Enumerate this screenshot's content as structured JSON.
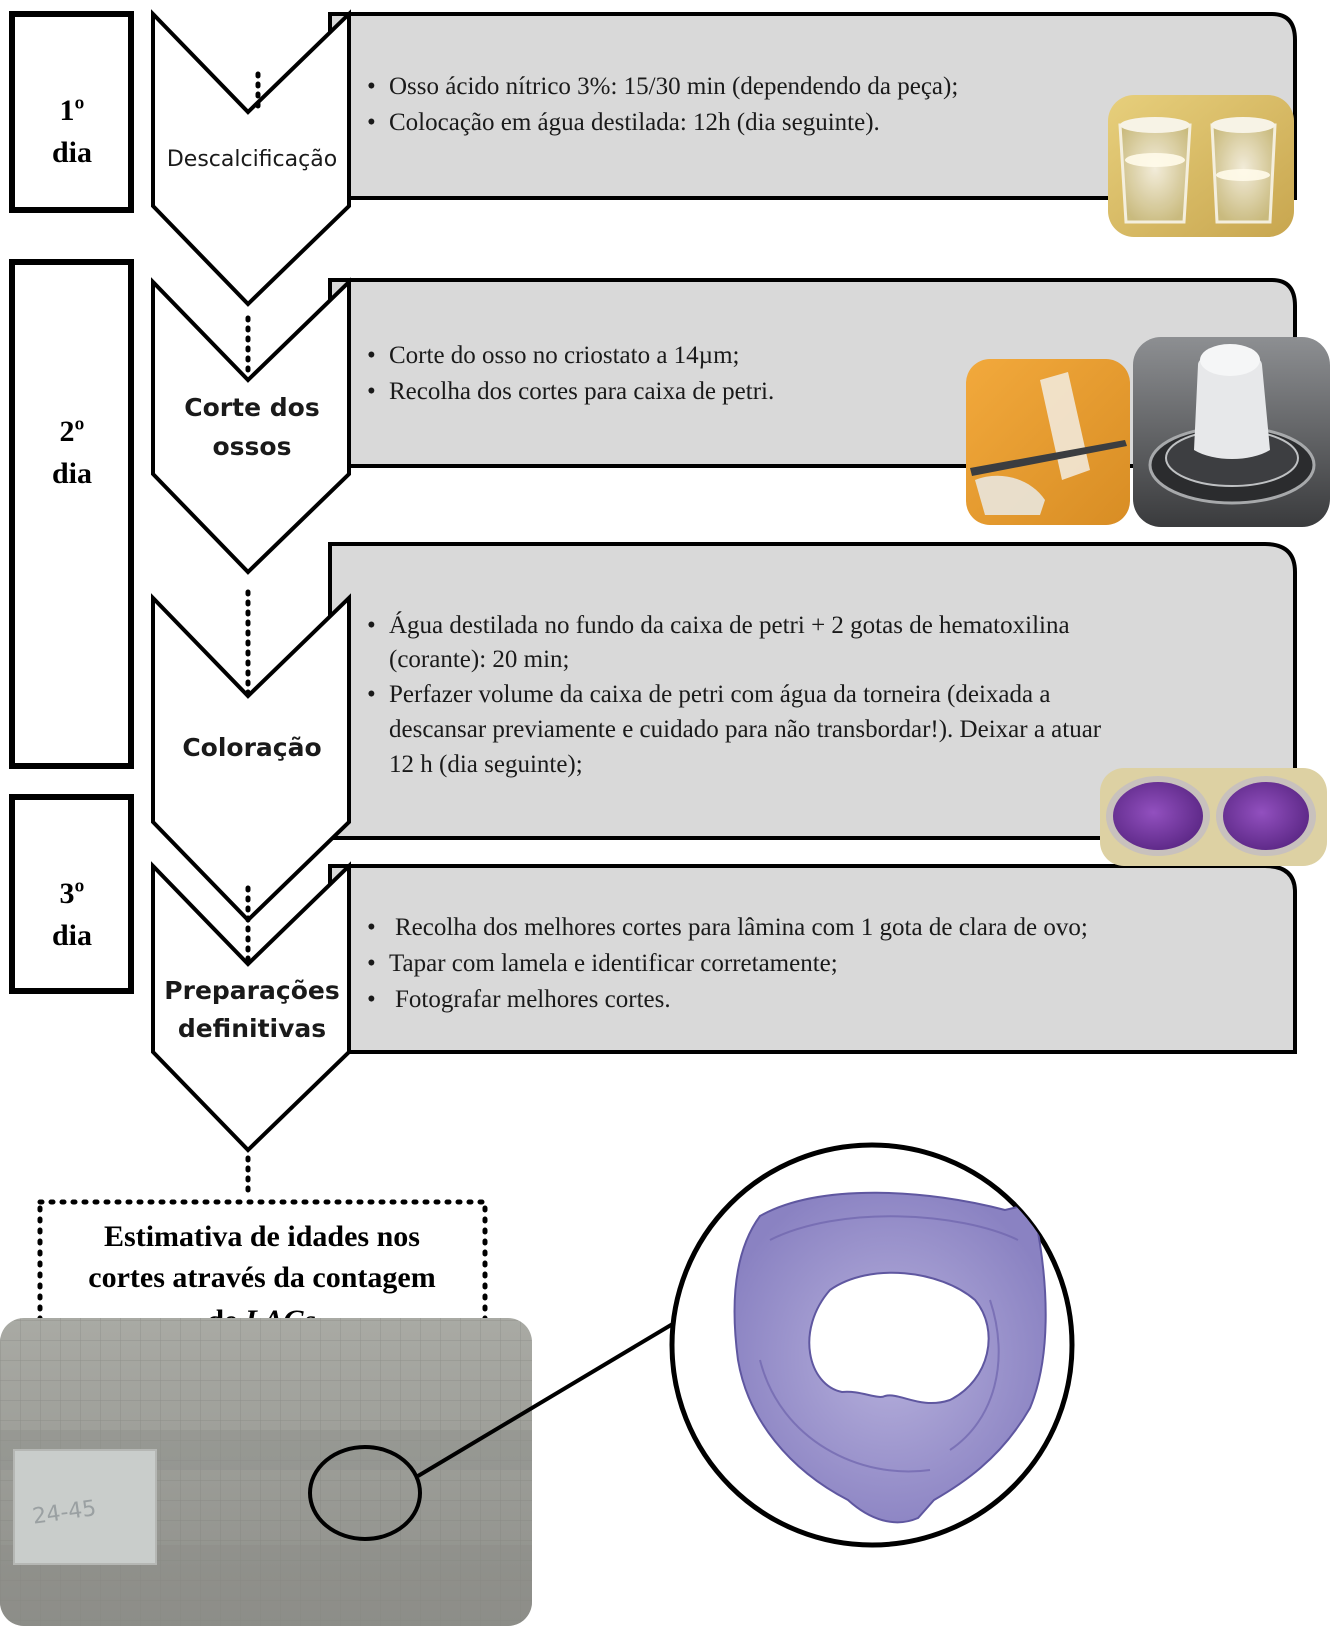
{
  "days": [
    {
      "ordinal": "1º",
      "label": "dia"
    },
    {
      "ordinal": "2º",
      "label": "dia"
    },
    {
      "ordinal": "3º",
      "label": "dia"
    }
  ],
  "steps": [
    {
      "name": "Descalcificação",
      "name_lines": [
        "Descalcificação"
      ],
      "bullets": [
        [
          "Osso ácido nítrico 3%: 15/30 min (dependendo da peça);"
        ],
        [
          "Colocação em água destilada: 12h (dia seguinte)."
        ]
      ],
      "photos": [
        "beakers-photo"
      ]
    },
    {
      "name": "Corte dos ossos",
      "name_lines": [
        "Corte dos",
        "ossos"
      ],
      "bullets": [
        [
          "Corte do osso no criostato a 14µm;"
        ],
        [
          "Recolha dos cortes para caixa de petri."
        ]
      ],
      "photos": [
        "forceps-section-photo",
        "cryostat-mount-photo"
      ]
    },
    {
      "name": "Coloração",
      "name_lines": [
        "Coloração"
      ],
      "bullets": [
        [
          "Água destilada no fundo da caixa de petri + 2 gotas de hematoxilina",
          "(corante):  20 min;"
        ],
        [
          "Perfazer volume da caixa de petri com água da torneira (deixada a",
          "descansar previamente e cuidado para não transbordar!). Deixar a atuar",
          "12 h (dia seguinte);"
        ]
      ],
      "photos": [
        "stained-petri-dishes-photo"
      ]
    },
    {
      "name": "Preparações definitivas",
      "name_lines": [
        "Preparações",
        "definitivas"
      ],
      "bullets": [
        [
          "Recolha dos melhores cortes para lâmina com 1 gota de clara de ovo;"
        ],
        [
          "Tapar com lamela e identificar corretamente;"
        ],
        [
          "Fotografar melhores cortes."
        ]
      ],
      "photos": []
    }
  ],
  "final_box": {
    "line1": "Estimativa de idades nos",
    "line2": "cortes através da contagem",
    "line3_prefix": "de ",
    "line3_italic": "LAG",
    "line3_suffix": "s"
  },
  "images": {
    "slide_label_text": "24-45",
    "colors": {
      "content_box": "#d9d9d9",
      "photo_background_gold": "#d8c47a",
      "stain_purple": "#7a3fa8",
      "section_purple": "#9b94cc"
    }
  }
}
